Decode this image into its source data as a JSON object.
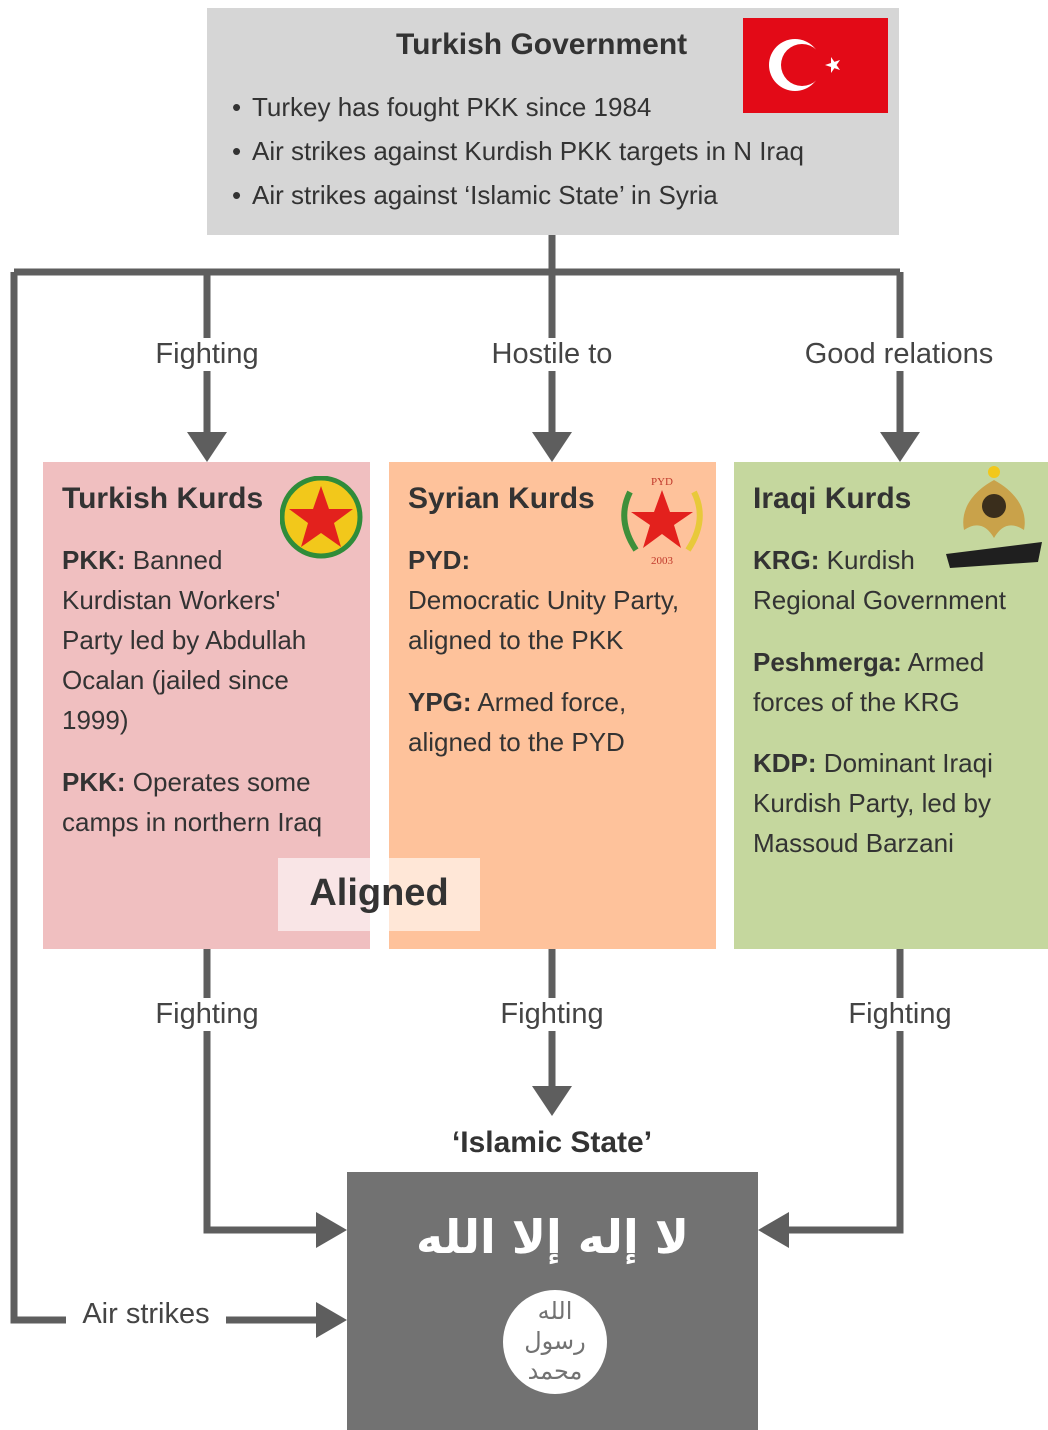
{
  "government": {
    "title": "Turkish Government",
    "bullets": [
      "Turkey has fought PKK since 1984",
      "Air strikes against Kurdish PKK targets in N Iraq",
      "Air strikes against ‘Islamic State’ in Syria"
    ],
    "flag": "turkey-flag"
  },
  "edges": {
    "gov_to_turkish": "Fighting",
    "gov_to_syrian": "Hostile to",
    "gov_to_iraqi": "Good relations",
    "turkish_to_is": "Fighting",
    "syrian_to_is": "Fighting",
    "iraqi_to_is": "Fighting",
    "gov_to_is": "Air strikes",
    "turkish_syrian": "Aligned"
  },
  "turkish_kurds": {
    "title": "Turkish Kurds",
    "p1_term": "PKK:",
    "p1_lines": [
      "Banned",
      "Kurdistan Workers'",
      "Party led by Abdullah",
      "Ocalan (jailed since",
      "1999)"
    ],
    "p2_term": "PKK:",
    "p2_lines": [
      "Operates some",
      "camps in northern Iraq"
    ],
    "emblem": "pkk-star-emblem"
  },
  "syrian_kurds": {
    "title": "Syrian Kurds",
    "p1_term": "PYD:",
    "p1_lines": [
      "Democratic Unity Party,",
      "aligned to the PKK"
    ],
    "p2_term": "YPG:",
    "p2_lines": [
      "Armed force,",
      "aligned to the PYD"
    ],
    "emblem": "pyd-emblem",
    "emblem_top": "PYD",
    "emblem_bottom": "2003"
  },
  "iraqi_kurds": {
    "title": "Iraqi Kurds",
    "p1_term": "KRG:",
    "p1_lines": [
      "Kurdish",
      "Regional Government"
    ],
    "p2_term": "Peshmerga:",
    "p2_lines": [
      "Armed",
      "forces of the KRG"
    ],
    "p3_term": "KDP:",
    "p3_lines": [
      "Dominant Iraqi",
      "Kurdish Party, led by",
      "Massoud Barzani"
    ],
    "emblem": "kdp-eagle-emblem"
  },
  "islamic_state": {
    "title": "‘Islamic State’",
    "shahada": "لا إله إلا الله",
    "seal_lines": [
      "الله",
      "رسول",
      "محمد"
    ],
    "flag": "islamic-state-flag"
  },
  "colors": {
    "gov_box": "#d6d6d6",
    "turkish_box": "#f0bfc0",
    "syrian_box": "#fec29b",
    "iraqi_box": "#c5d79e",
    "is_flag": "#727272",
    "lines": "#5e5e5e"
  }
}
